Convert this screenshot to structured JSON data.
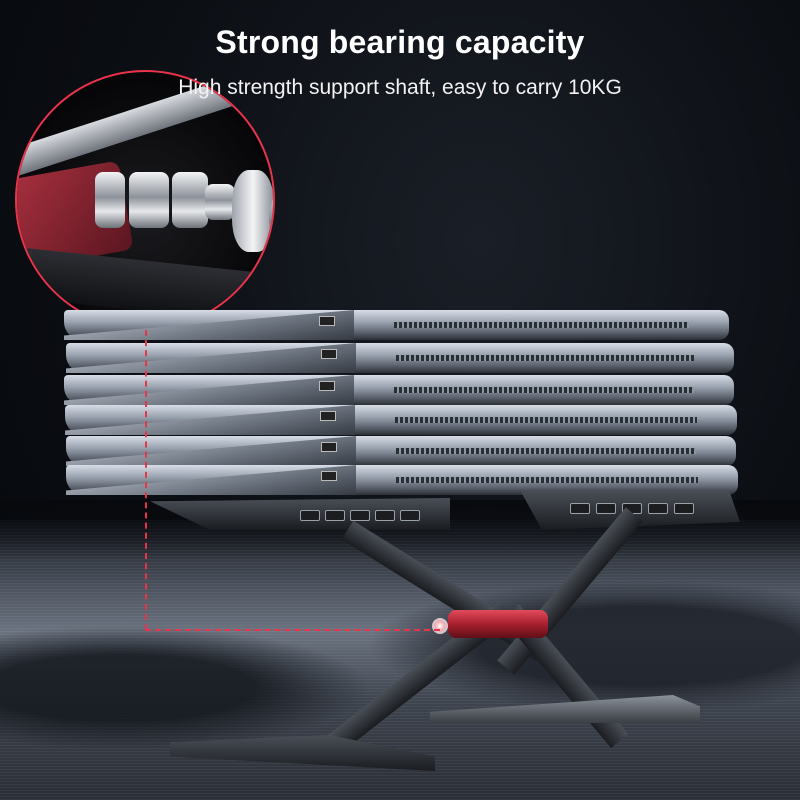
{
  "header": {
    "title": "Strong bearing capacity",
    "subtitle": "High strength support shaft, easy to carry 10KG"
  },
  "callout": {
    "subject": "exploded-bearing-shaft",
    "parts": [
      "needle-bearing",
      "ball-bearing",
      "ball-bearing",
      "hex-bolt",
      "flange-nut",
      "end-cap-disc"
    ],
    "accent_color": "#e8334a"
  },
  "product": {
    "name": "laptop-stand",
    "stacked_laptops": 6,
    "hinge_color": "#c0283a",
    "frame_color": "#2a2d33"
  },
  "colors": {
    "background": "#07090d",
    "title_text": "#ffffff",
    "annotation_line": "#e8334a"
  }
}
